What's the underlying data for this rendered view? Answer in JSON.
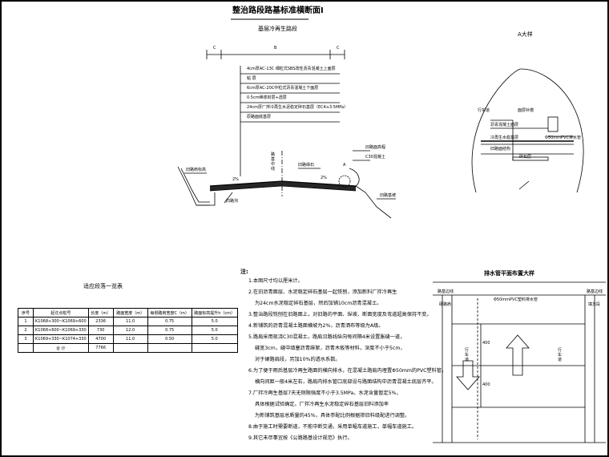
{
  "main_section": {
    "title": "整治路段路基标准横断面Ⅰ",
    "subtitle": "基层冷再生路段",
    "dim_c_left": "C",
    "dim_b": "B",
    "dim_c_right": "C",
    "layers": [
      "4cm厚AC-13C 细粒式SBS改性沥青混凝土上面层",
      "粘 层",
      "6cm厚AC-20C中粒式沥青混凝土下面层",
      "0.5cm稀浆封层+透层",
      "24cm厚厂拌冷再生水泥稳定碎石基层（EC4≥3.5MPa）",
      "原路面底基层"
    ],
    "labels": {
      "shoulder_left": "旧路肩标高",
      "slope_left": "2%",
      "ditch": "旧路沟",
      "center": "路基中线",
      "old_curb": "旧路缘石",
      "slope_right": "2%",
      "road_height": "旧路面高程",
      "concrete": "C30混凝土",
      "a_mark": "A",
      "old_embankment": "旧路基坡"
    }
  },
  "detail_a": {
    "title": "A大样",
    "labels": {
      "sidewalk": "行车道",
      "asphalt": "面层补偿",
      "new_asphalt": "沥青混凝土面层",
      "base": "冷再生水稳基层",
      "pipe": "Φ50mmPVC排水管",
      "old_base": "旧路面结构",
      "gravel": "碎石层"
    }
  },
  "segment_table": {
    "title": "适应段落一览表",
    "headers": [
      "序号",
      "起讫点桩号",
      "长度（m）",
      "路面宽度（m）",
      "每侧路肩宽度C（m）",
      "路面标高提升h（cm）"
    ],
    "rows": [
      [
        "1",
        "K1068+300~K1069+600",
        "2336",
        "11.0",
        "0.75",
        "5.0"
      ],
      [
        "2",
        "K1068+600~K1069+330",
        "730",
        "12.0",
        "0.75",
        "5.0"
      ],
      [
        "3",
        "K1069+330~K1074+330",
        "4700",
        "11.0",
        "0.50",
        "5.0"
      ]
    ],
    "total_label": "合 计",
    "total_value": "7766"
  },
  "notes": {
    "heading": "注:",
    "items": [
      "1.本图尺寸均以厘米计。",
      "2.在旧沥青面层、水泥稳定碎石基层一起铣刨，添加新料厂拌冷再生",
      "为24cm水泥稳定碎石基层，然后加铺10cm沥青混凝土。",
      "3.整治路段铣刨在旧路面上，对旧路的平面、纵坡、断面宽度及弯道超高保持不变。",
      "4.新铺筑的沥青混凝土路面横坡为2%，沥青洒布等级为A级。",
      "5.路肩采用现浇C30混凝土，路肩沿路线纵向每间隔4米设置胀缝一道，",
      "缝宽3cm，缝中填塞沥青麻絮，沥青木板等材料，深度不小于5cm，",
      "对于硬路肩段，另加10%的透水系数。",
      "6.为了便于雨后基层冷再生路面的横向排水，在混凝土路肩内埋置Φ50mm的PVC塑料管，",
      "横向间距一般4米左右，路肩内排水管口底部设与路面结构中沥青混凝土底层齐平。",
      "7.厂拌冷再生基层7天无侧限强度不小于3.5MPa，水泥含量暂定5%，",
      "具体根据试验确定。厂拌冷再生水泥稳定碎石基层旧料添加率",
      "为新铺筑基层总质量的45%，具体参配比例根据掺旧料级配进行调整。",
      "8.由于施工时需要断道，不能中断交通，采用单幅车道施工，单幅车道施工。",
      "9.其它未尽事宜按《公路路基设计规范》执行。"
    ]
  },
  "drain_plan": {
    "title": "排水管平面布置大样",
    "labels": {
      "edge_left": "路基边线",
      "curb_left": "硬路肩",
      "pipe_label": "Φ50mmPVC塑料排水管",
      "edge_right": "路基边线",
      "curb_right": "填方段",
      "lane_left": "行车道",
      "lane_right": "行车道",
      "spacing_1": "400",
      "spacing_2": "400"
    }
  }
}
